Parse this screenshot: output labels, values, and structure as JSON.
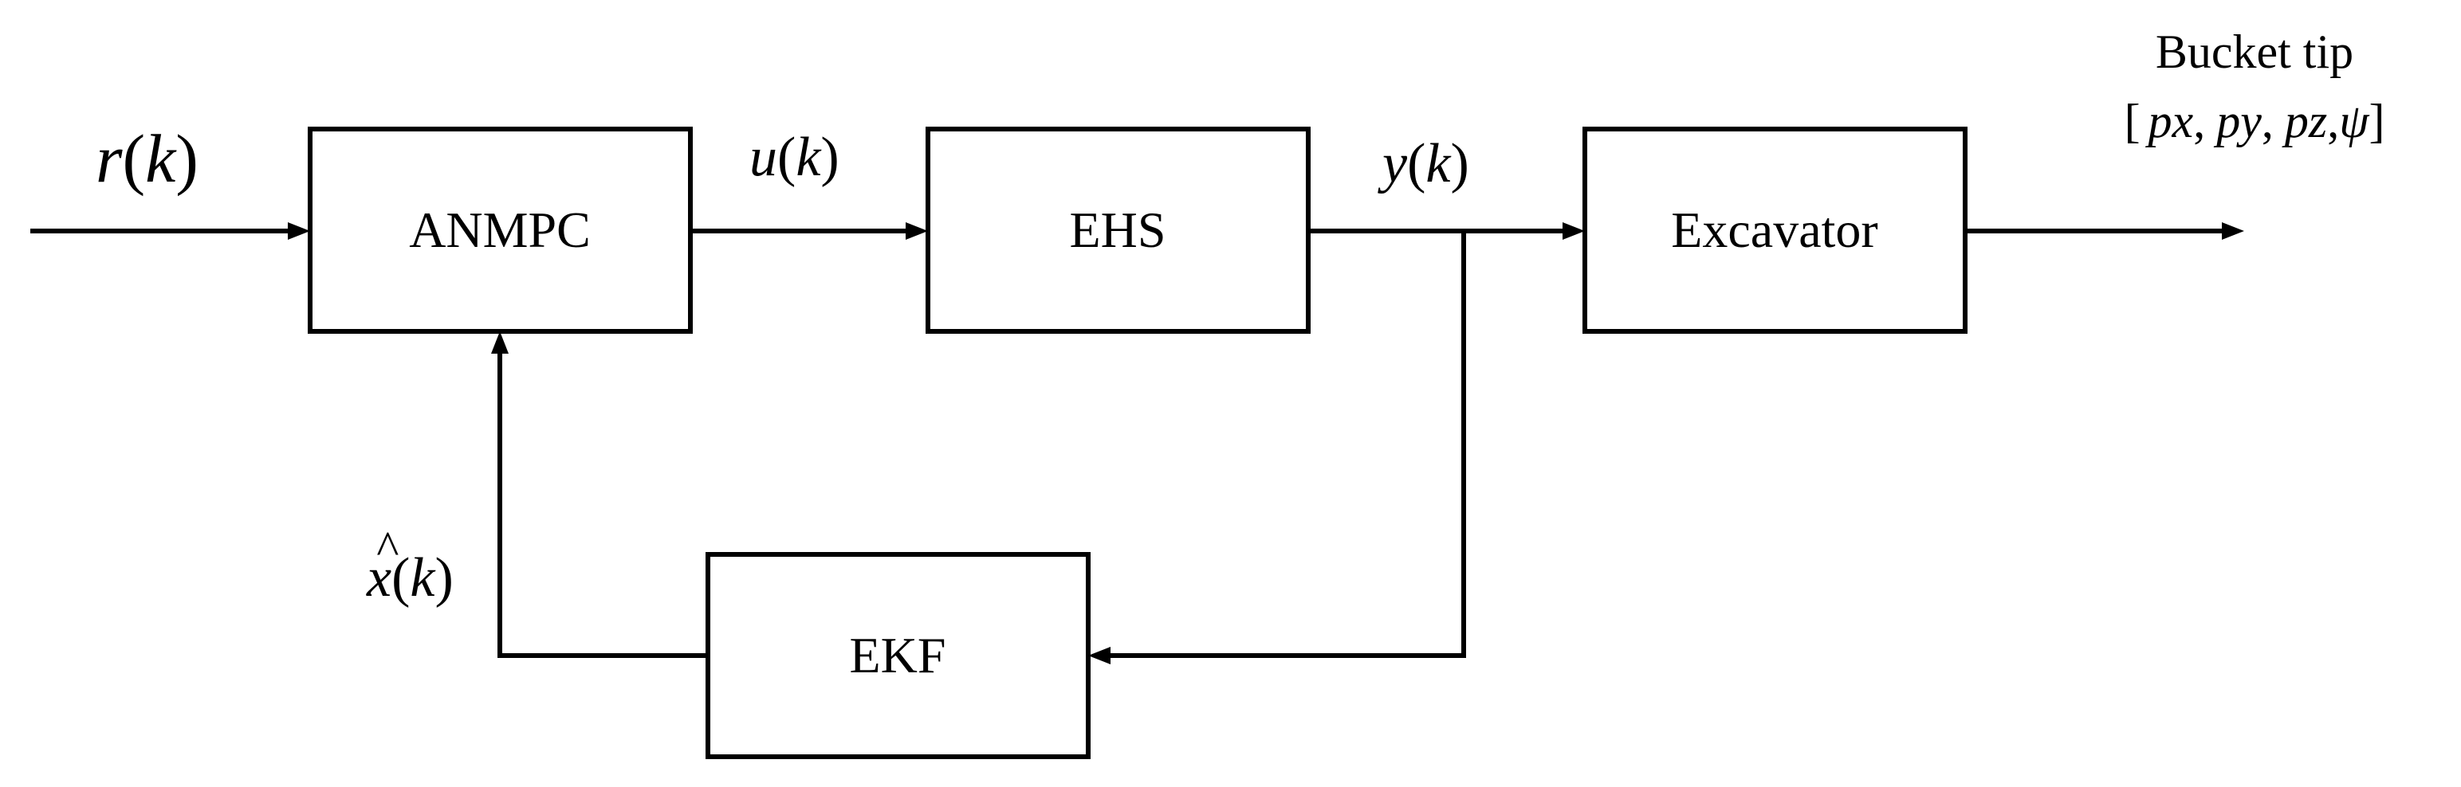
{
  "blocks": {
    "anmpc": "ANMPC",
    "ehs": "EHS",
    "excavator": "Excavator",
    "ekf": "EKF"
  },
  "signals": {
    "reference": {
      "var": "r",
      "open": "(",
      "arg": "k",
      "close": ")"
    },
    "control": {
      "var": "u",
      "open": "(",
      "arg": "k",
      "close": ")"
    },
    "output": {
      "var": "y",
      "open": "(",
      "arg": "k",
      "close": ")"
    },
    "estimate": {
      "var": "x",
      "hat": "^",
      "open": "(",
      "arg": "k",
      "close": ")"
    }
  },
  "bucket_tip": {
    "title": "Bucket tip",
    "open_bracket": "[",
    "px": "px",
    "py": "py",
    "pz": "pz",
    "psi": "ψ",
    "sep": ",",
    "close_bracket": "]"
  }
}
